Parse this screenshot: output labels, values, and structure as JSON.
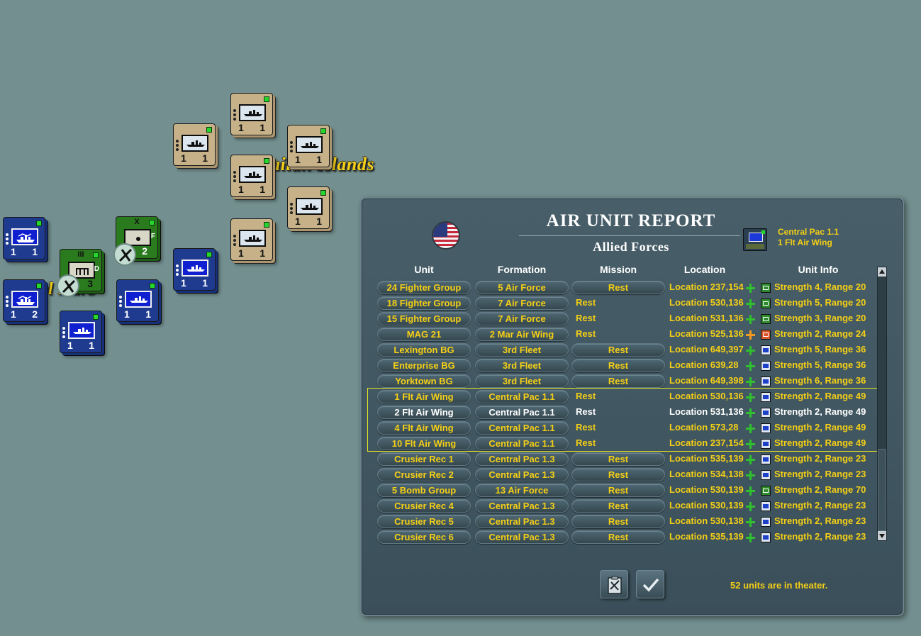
{
  "map": {
    "label_islands": "aiian Islands",
    "label_harbor": "rl Harb",
    "counters": {
      "tan": [
        {
          "n1": "1",
          "n2": "1"
        },
        {
          "n1": "1",
          "n2": "1"
        },
        {
          "n1": "1",
          "n2": "1"
        },
        {
          "n1": "1",
          "n2": "1"
        },
        {
          "n1": "1",
          "n2": "1"
        },
        {
          "n1": "1",
          "n2": "1"
        }
      ],
      "blue": [
        {
          "n1": "1",
          "n2": "1"
        },
        {
          "n1": "1",
          "n2": "2"
        },
        {
          "n1": "1",
          "n2": "1"
        },
        {
          "n1": "1",
          "n2": "1"
        },
        {
          "n1": "1",
          "n2": "1"
        }
      ],
      "green": [
        {
          "top": "X",
          "side": "F",
          "n": "2"
        },
        {
          "top": "III",
          "side": "D",
          "n": "3"
        }
      ]
    }
  },
  "panel": {
    "title": "AIR UNIT REPORT",
    "subtitle": "Allied Forces",
    "selected": {
      "line1": "Central Pac 1.1",
      "line2": "1 Flt Air Wing"
    },
    "headers": {
      "unit": "Unit",
      "formation": "Formation",
      "mission": "Mission",
      "location": "Location",
      "info": "Unit Info"
    },
    "rows": [
      {
        "unit": "24 Fighter Group",
        "formation": "5 Air Force",
        "mission": "Rest",
        "mission_pill": true,
        "location": "Location 237,154",
        "info": "Strength 4, Range 20",
        "icon": "green",
        "plus": "green",
        "white": false
      },
      {
        "unit": "18 Fighter Group",
        "formation": "7 Air Force",
        "mission": "Rest",
        "mission_pill": false,
        "location": "Location 530,136",
        "info": "Strength 5, Range 20",
        "icon": "green",
        "plus": "green",
        "white": false
      },
      {
        "unit": "15 Fighter Group",
        "formation": "7 Air Force",
        "mission": "Rest",
        "mission_pill": false,
        "location": "Location 531,136",
        "info": "Strength 3, Range 20",
        "icon": "green",
        "plus": "green",
        "white": false
      },
      {
        "unit": "MAG 21",
        "formation": "2 Mar Air Wing",
        "mission": "Rest",
        "mission_pill": false,
        "location": "Location 525,136",
        "info": "Strength 2, Range 24",
        "icon": "orange",
        "plus": "orange",
        "white": false
      },
      {
        "unit": "Lexington BG",
        "formation": "3rd Fleet",
        "mission": "Rest",
        "mission_pill": true,
        "location": "Location 649,397",
        "info": "Strength 5, Range 36",
        "icon": "blue",
        "plus": "green",
        "white": false
      },
      {
        "unit": "Enterprise BG",
        "formation": "3rd Fleet",
        "mission": "Rest",
        "mission_pill": true,
        "location": "Location 639,28",
        "info": "Strength 5, Range 36",
        "icon": "blue",
        "plus": "green",
        "white": false
      },
      {
        "unit": "Yorktown BG",
        "formation": "3rd Fleet",
        "mission": "Rest",
        "mission_pill": true,
        "location": "Location 649,398",
        "info": "Strength 6, Range 36",
        "icon": "blue",
        "plus": "green",
        "white": false
      },
      {
        "unit": "1 Flt Air Wing",
        "formation": "Central Pac 1.1",
        "mission": "Rest",
        "mission_pill": false,
        "location": "Location 530,136",
        "info": "Strength 2, Range 49",
        "icon": "blue",
        "plus": "green",
        "white": false
      },
      {
        "unit": "2 Flt Air Wing",
        "formation": "Central Pac 1.1",
        "mission": "Rest",
        "mission_pill": false,
        "location": "Location 531,136",
        "info": "Strength 2, Range 49",
        "icon": "blue",
        "plus": "green",
        "white": true
      },
      {
        "unit": "4 Flt Air Wing",
        "formation": "Central Pac 1.1",
        "mission": "Rest",
        "mission_pill": false,
        "location": "Location 573,28",
        "info": "Strength 2, Range 49",
        "icon": "blue",
        "plus": "green",
        "white": false
      },
      {
        "unit": "10 Flt Air Wing",
        "formation": "Central Pac 1.1",
        "mission": "Rest",
        "mission_pill": false,
        "location": "Location 237,154",
        "info": "Strength 2, Range 49",
        "icon": "blue",
        "plus": "green",
        "white": false
      },
      {
        "unit": "Crusier Rec 1",
        "formation": "Central Pac 1.3",
        "mission": "Rest",
        "mission_pill": true,
        "location": "Location 535,139",
        "info": "Strength 2, Range 23",
        "icon": "blue",
        "plus": "green",
        "white": false
      },
      {
        "unit": "Crusier Rec 2",
        "formation": "Central Pac 1.3",
        "mission": "Rest",
        "mission_pill": true,
        "location": "Location 534,138",
        "info": "Strength 2, Range 23",
        "icon": "blue",
        "plus": "green",
        "white": false
      },
      {
        "unit": "5 Bomb Group",
        "formation": "13 Air Force",
        "mission": "Rest",
        "mission_pill": true,
        "location": "Location 530,139",
        "info": "Strength 2, Range 70",
        "icon": "green",
        "plus": "green",
        "white": false
      },
      {
        "unit": "Crusier Rec 4",
        "formation": "Central Pac 1.3",
        "mission": "Rest",
        "mission_pill": true,
        "location": "Location 530,139",
        "info": "Strength 2, Range 23",
        "icon": "blue",
        "plus": "green",
        "white": false
      },
      {
        "unit": "Crusier Rec 5",
        "formation": "Central Pac 1.3",
        "mission": "Rest",
        "mission_pill": true,
        "location": "Location 530,138",
        "info": "Strength 2, Range 23",
        "icon": "blue",
        "plus": "green",
        "white": false
      },
      {
        "unit": "Crusier Rec 6",
        "formation": "Central Pac 1.3",
        "mission": "Rest",
        "mission_pill": true,
        "location": "Location 535,139",
        "info": "Strength 2, Range 23",
        "icon": "blue",
        "plus": "green",
        "white": false
      }
    ],
    "theater_text": "52 units are in theater.",
    "icons": {
      "clipboard": "clipboard-icon",
      "ok": "checkmark-icon",
      "flag": "us-flag-icon"
    }
  },
  "colors": {
    "accent_text": "#f4cf16",
    "map_bg": "#738f8f",
    "panel_bg": "#485f69",
    "selection": "#e8ea27"
  }
}
